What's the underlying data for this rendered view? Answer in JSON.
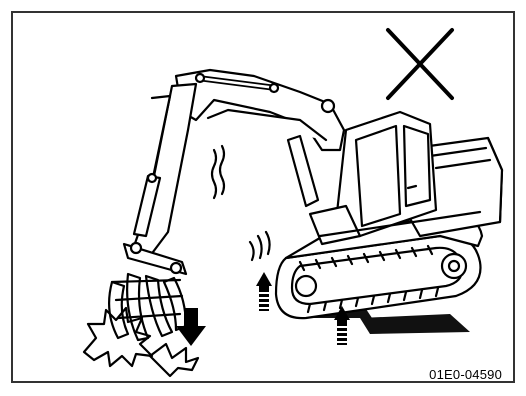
{
  "figure": {
    "code": "01E0-04590",
    "prohibited_mark": "cross-mark",
    "subject": "excavator-with-grapple",
    "colors": {
      "line": "#000000",
      "background": "#ffffff",
      "frame": "#333333"
    }
  }
}
